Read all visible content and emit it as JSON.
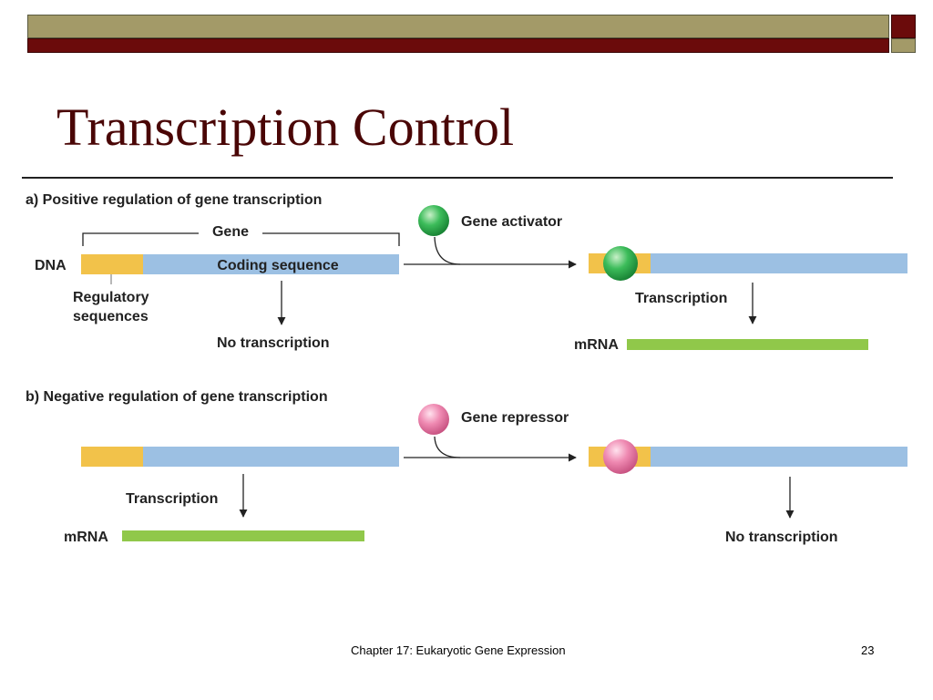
{
  "slide": {
    "title": "Transcription Control",
    "footer": "Chapter 17: Eukaryotic Gene Expression",
    "page_number": "23"
  },
  "colors": {
    "title": "#4a0606",
    "band_olive": "#a39a68",
    "band_dark": "#6b0b0b",
    "regulatory": "#f2c24a",
    "coding": "#9cc0e3",
    "mrna": "#90c84a",
    "activator": "#2eaa4a",
    "repressor": "#e880a8"
  },
  "diagram": {
    "positive": {
      "heading": "a) Positive regulation of gene transcription",
      "gene_label": "Gene",
      "dna_label": "DNA",
      "coding_label": "Coding sequence",
      "regulatory_label_line1": "Regulatory",
      "regulatory_label_line2": "sequences",
      "left_result": "No transcription",
      "factor_label": "Gene activator",
      "transcription_label": "Transcription",
      "mrna_label": "mRNA"
    },
    "negative": {
      "heading": "b) Negative regulation of gene transcription",
      "factor_label": "Gene repressor",
      "transcription_label": "Transcription",
      "mrna_label": "mRNA",
      "right_result": "No transcription"
    }
  }
}
